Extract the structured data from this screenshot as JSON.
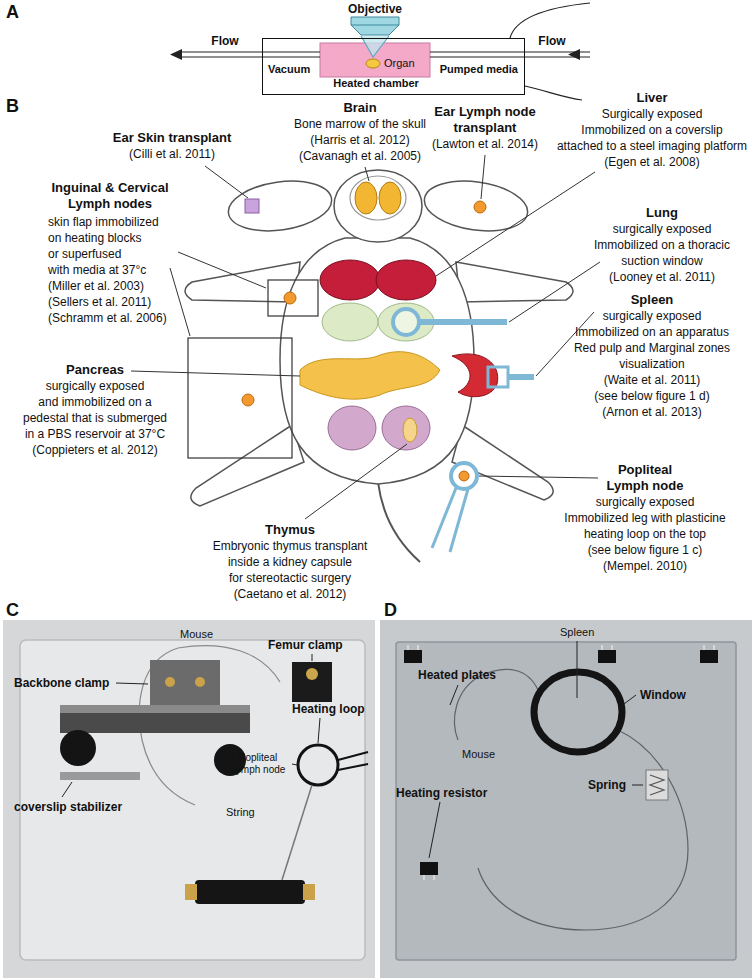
{
  "diagram": {
    "nodes": [
      {
        "text": [
          "Objective"
        ]
      },
      {
        "text": [
          "Vacuum",
          "Pumped media",
          "Heated chamber"
        ]
      },
      {
        "text": [
          "Organ"
        ],
        "in": 1
      }
    ],
    "edges": [
      {
        "from": 0,
        "to": 2,
        "arrow": "none"
      }
    ],
    "labels": [
      "A",
      "Flow",
      "Flow",
      "B",
      "Ear Skin transplant",
      "(Cilli et al. 2011)",
      "Brain",
      "Bone marrow of the skull",
      "(Harris et al. 2012)",
      "(Cavanagh et al. 2005)",
      "Ear Lymph node transplant",
      "(Lawton et al. 2014)",
      "Liver",
      "Surgically exposed",
      "Immobilized on a coverslip",
      "attached to a steel imaging platform",
      "(Egen et al. 2008)",
      "Inguinal & Cervical Lymph nodes",
      "skin flap immobilized",
      "on heating blocks",
      "or superfused",
      "with media at 37°c",
      "(Miller et al. 2003)",
      "(Sellers et al. 2011)",
      "(Schramm et al. 2006)",
      "Lung",
      "surgically exposed",
      "Immobilized on a thoracic",
      "suction window",
      "(Looney et al. 2011)",
      "Spleen",
      "surgically exposed",
      "Immobilized on an apparatus",
      "Red pulp and Marginal zones",
      "visualization",
      "(Waite et al. 2011)",
      "(see below figure 1 d)",
      "(Arnon et al. 2013)",
      "Pancreas",
      "surgically exposed",
      "and immobilized on a",
      "pedestal that is submerged",
      "in a PBS reservoir at 37°C",
      "(Coppieters et al. 2012)",
      "Thymus",
      "Embryonic thymus transplant",
      "inside a kidney capsule",
      "for stereotactic surgery",
      "(Caetano et al. 2012)",
      "Popliteal Lymph node",
      "surgically exposed",
      "Immobilized leg with plasticine",
      "heating loop on the top",
      "(see below figure 1 c)",
      "(Mempel. 2010)",
      "C",
      "Backbone clamp",
      "Femur clamp",
      "Mouse",
      "Heating loop",
      "Popliteal Lymph node",
      "coverslip stabilizer",
      "String",
      "D",
      "Heated plates",
      "Spleen",
      "Window",
      "Mouse",
      "Heating resistor",
      "Spring"
    ]
  }
}
